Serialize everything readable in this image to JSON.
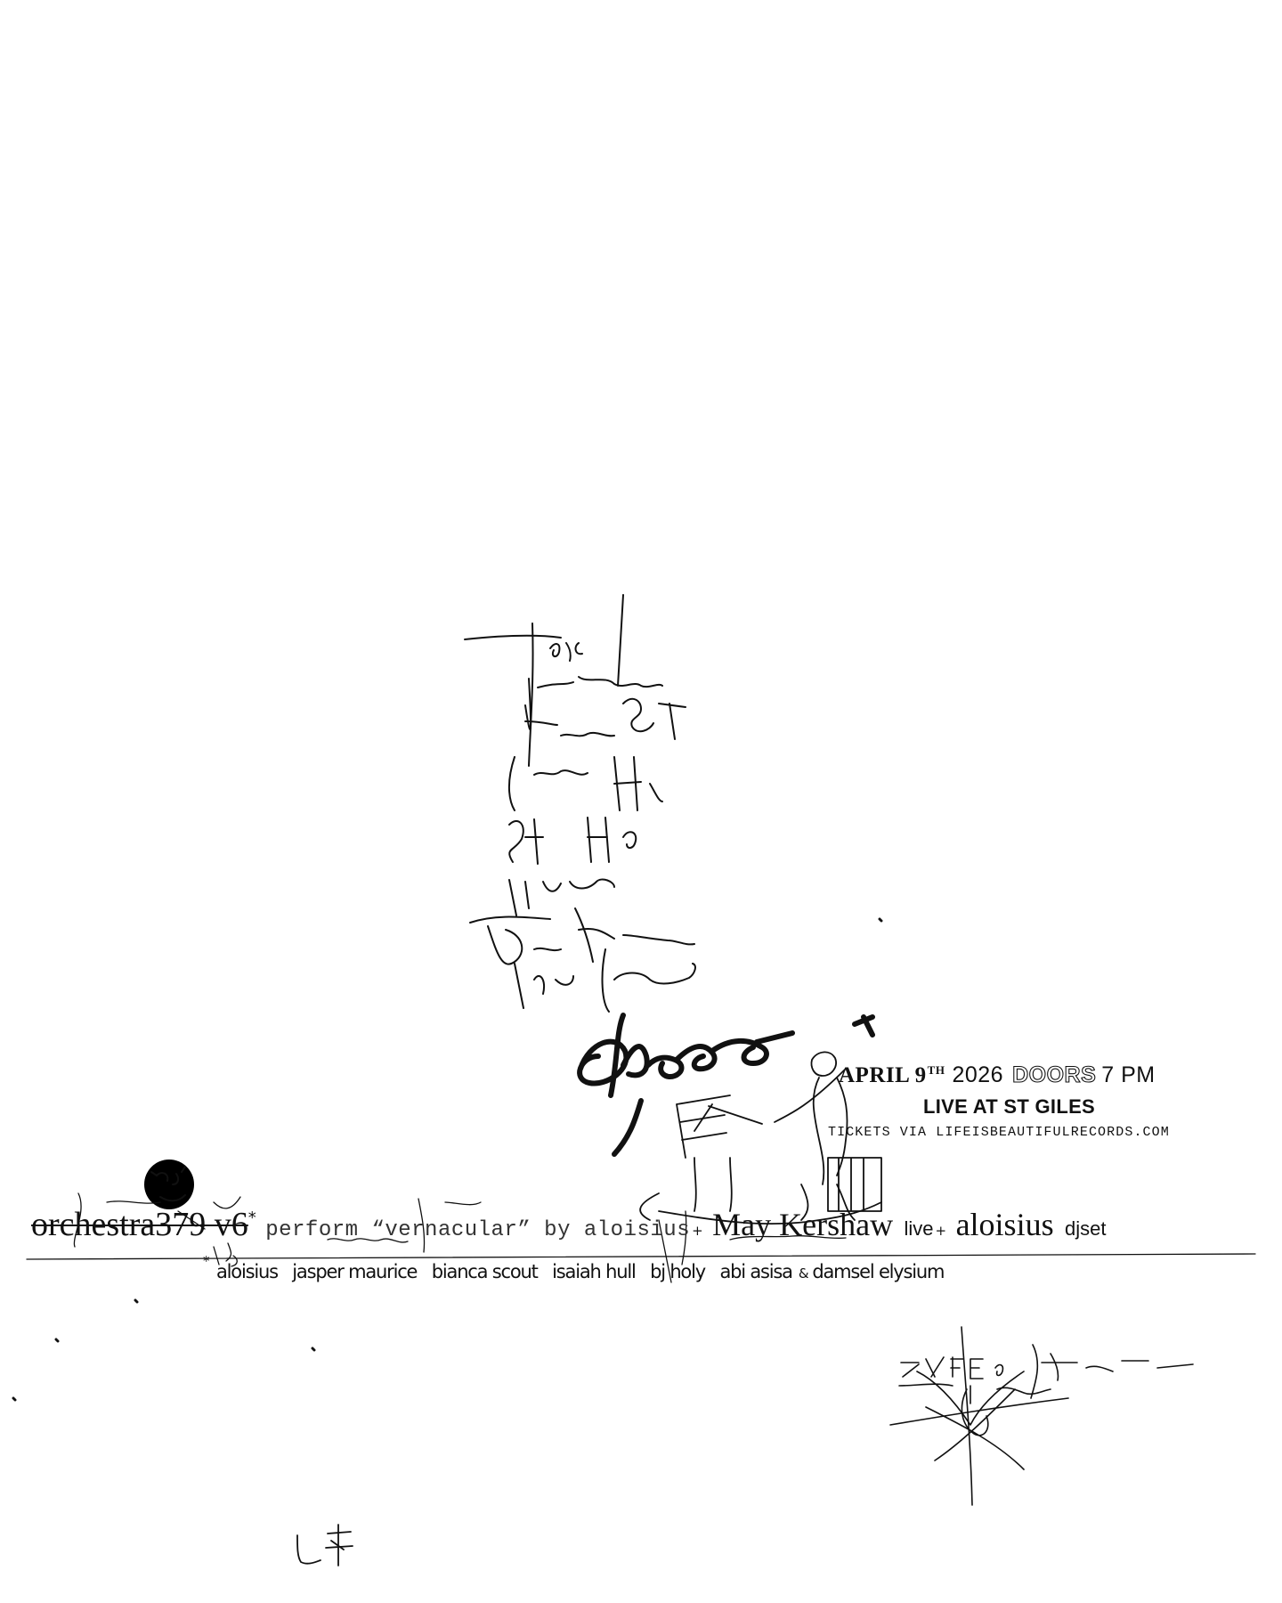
{
  "event": {
    "date_prefix": "APRIL 9",
    "date_suffix": "TH",
    "year": "2026",
    "doors_label": "DOORS",
    "time": "7 PM",
    "venue": "LIVE AT ST GILES",
    "tickets": "TICKETS VIA LIFEISBEAUTIFULRECORDS.COM"
  },
  "headline": {
    "ensemble": "orchestra379 v6",
    "star": "*",
    "perform_text": "perform “vernacular” by aloisius",
    "plus": "+",
    "artist1": "May Kershaw",
    "artist1_note": "live",
    "plus2": "+",
    "artist2": "aloisius",
    "artist2_note": "djset"
  },
  "performers": {
    "star": "*",
    "names": [
      "aloisius",
      "jasper maurice",
      "bianca scout",
      "isaiah hull",
      "bj holy",
      "abi asisa"
    ],
    "amp": "&",
    "last": "damsel elysium"
  },
  "handwriting": {
    "logo_text": "LIFE",
    "corner_scrawl": "LIFE IS BEAUTIFUL",
    "bottom_mark": "LF"
  }
}
